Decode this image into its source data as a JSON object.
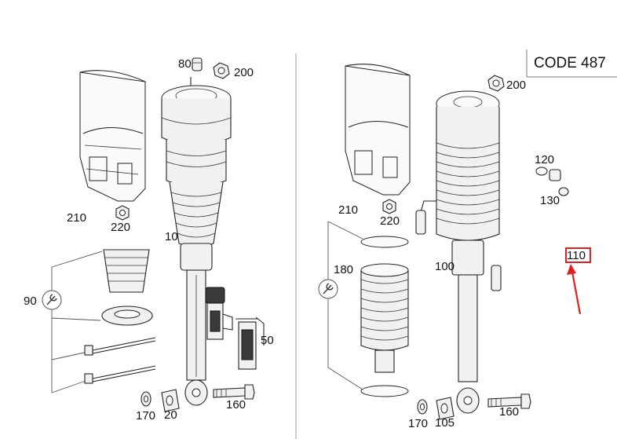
{
  "code_label": "CODE 487",
  "labels": {
    "l80": "80",
    "l200a": "200",
    "l210a": "210",
    "l220a": "220",
    "l10": "10",
    "l90": "90",
    "l50": "50",
    "l170a": "170",
    "l20": "20",
    "l160a": "160",
    "l200b": "200",
    "l120": "120",
    "l130": "130",
    "l210b": "210",
    "l220b": "220",
    "l180": "180",
    "l100": "100",
    "l110": "110",
    "l170b": "170",
    "l105": "105",
    "l160b": "160"
  },
  "colors": {
    "highlight": "#e02020",
    "line": "#222222"
  },
  "icons": {
    "tool": "wrench-icon",
    "pointer": "arrow-icon"
  }
}
